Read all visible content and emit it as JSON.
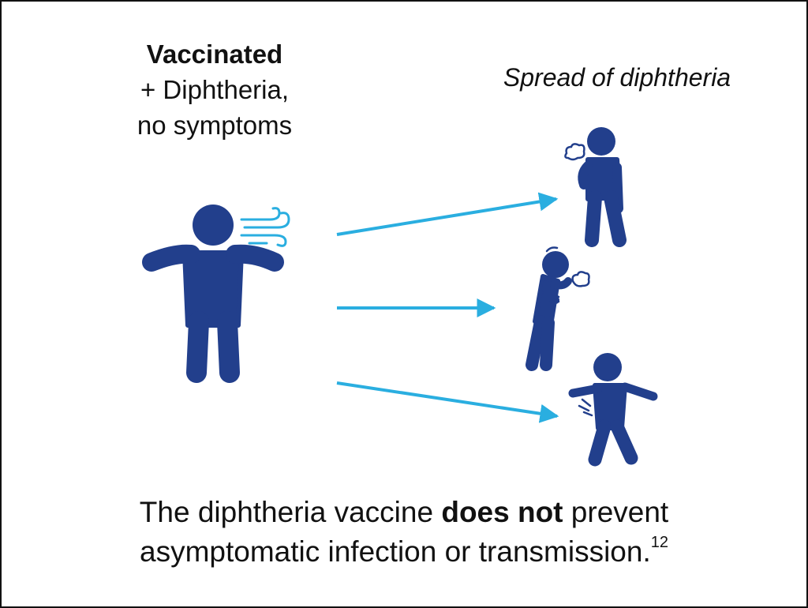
{
  "left_label": {
    "title": "Vaccinated",
    "line2": "+ Diphtheria,",
    "line3": "no symptoms"
  },
  "right_label": "Spread of diphtheria",
  "caption": {
    "part1": "The diphtheria vaccine ",
    "bold": "does not",
    "part2": " prevent",
    "line2": "asymptomatic infection or transmission.",
    "ref": "12"
  },
  "colors": {
    "figure": "#223f8c",
    "arrow": "#2aaee0",
    "text": "#111111",
    "border": "#111111"
  },
  "icons": {
    "source": "person-arms-out-icon",
    "breath": "breath-wind-icon",
    "targets": [
      "person-coughing-icon",
      "person-bent-coughing-icon",
      "person-sneezing-icon"
    ]
  }
}
